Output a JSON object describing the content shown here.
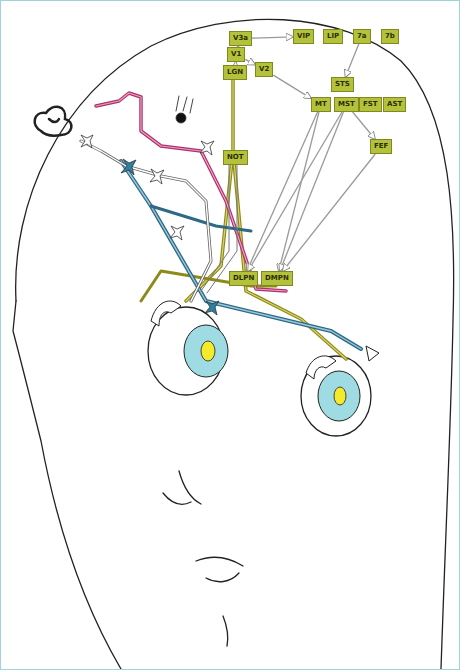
{
  "diagram": {
    "nodes": [
      {
        "text": [
          "V3a"
        ]
      },
      {
        "text": [
          "VIP"
        ]
      },
      {
        "text": [
          "LIP"
        ]
      },
      {
        "text": [
          "7a"
        ]
      },
      {
        "text": [
          "7b"
        ]
      },
      {
        "text": [
          "V1"
        ]
      },
      {
        "text": [
          "V2"
        ]
      },
      {
        "text": [
          "LGN"
        ]
      },
      {
        "text": [
          "STS"
        ]
      },
      {
        "text": [
          "MT"
        ]
      },
      {
        "text": [
          "MST"
        ]
      },
      {
        "text": [
          "FST"
        ]
      },
      {
        "text": [
          "AST"
        ]
      },
      {
        "text": [
          "FEF"
        ]
      },
      {
        "text": [
          "NOT"
        ]
      },
      {
        "text": [
          "DLPN"
        ]
      },
      {
        "text": [
          "DMPN"
        ]
      }
    ],
    "edges": [
      {
        "from": 7,
        "to": 5,
        "arrow": "to"
      },
      {
        "from": 5,
        "to": 0,
        "arrow": "to"
      },
      {
        "from": 5,
        "to": 6,
        "arrow": "to"
      },
      {
        "from": 0,
        "to": 1,
        "arrow": "to"
      },
      {
        "from": 6,
        "to": 9,
        "arrow": "to"
      },
      {
        "from": 3,
        "to": 8,
        "arrow": "to"
      },
      {
        "from": 9,
        "to": 15,
        "arrow": "to"
      },
      {
        "from": 9,
        "to": 16,
        "arrow": "to"
      },
      {
        "from": 10,
        "to": 15,
        "arrow": "to"
      },
      {
        "from": 10,
        "to": 16,
        "arrow": "to"
      },
      {
        "from": 10,
        "to": 13,
        "arrow": "to"
      },
      {
        "from": 13,
        "to": 16,
        "arrow": "to"
      }
    ]
  }
}
